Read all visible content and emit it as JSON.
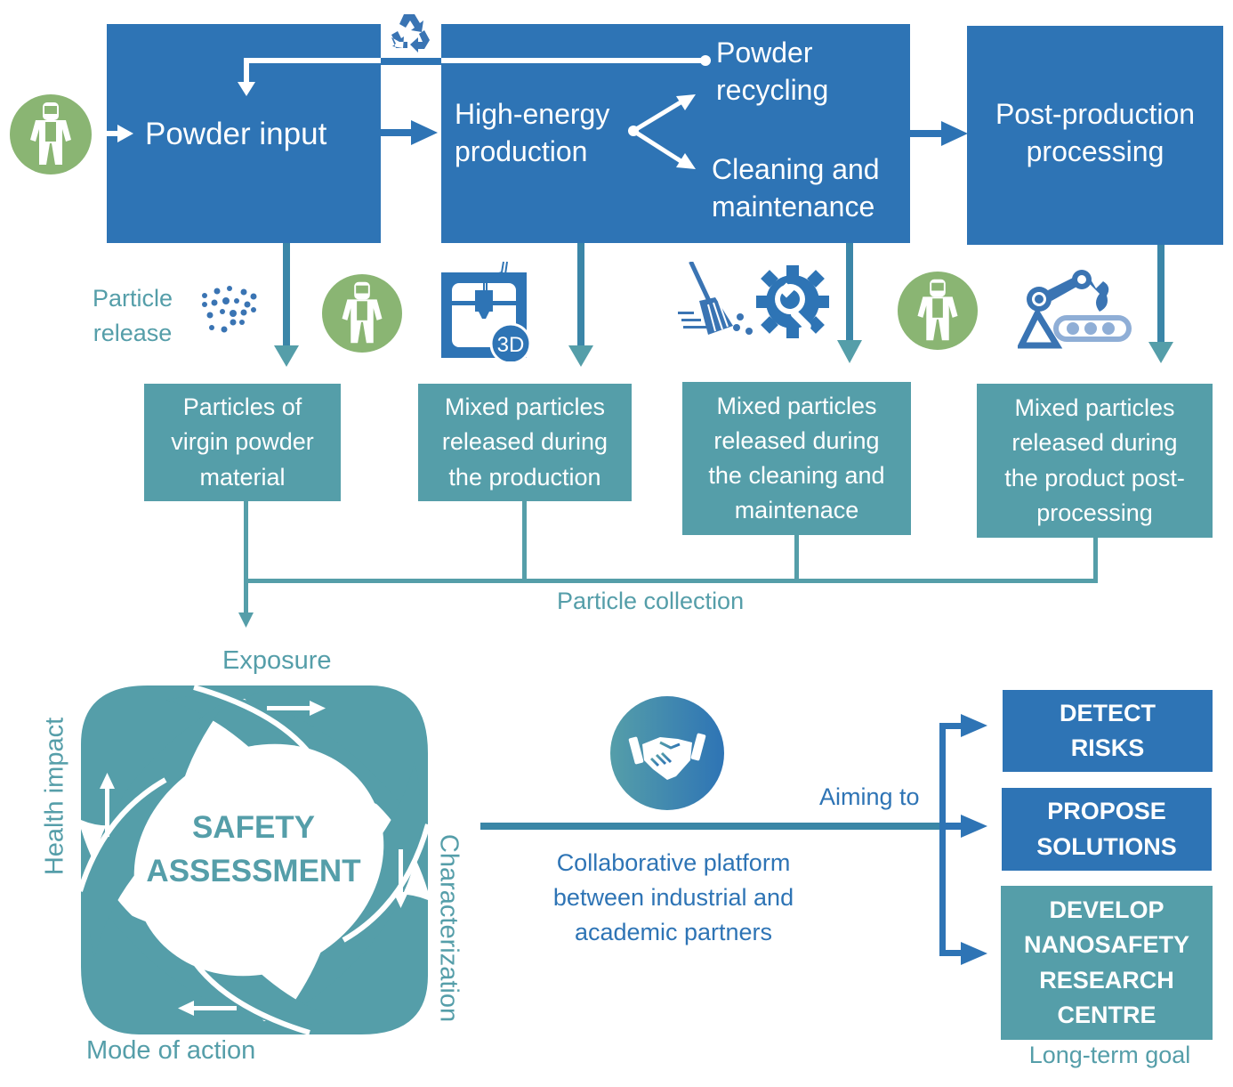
{
  "colors": {
    "process_blue": "#2e74b5",
    "particle_teal": "#559ea9",
    "ppe_green": "#8ab573",
    "icon_blue": "#3a74b3"
  },
  "process": {
    "powder_input": "Powder input",
    "high_energy": "High-energy\nproduction",
    "powder_recycling": "Powder\nrecycling",
    "cleaning": "Cleaning and\nmaintenance",
    "post_production": "Post-production\nprocessing"
  },
  "particle_release_label": "Particle\nrelease",
  "particle_boxes": [
    "Particles of\nvirgin powder\nmaterial",
    "Mixed particles\nreleased during\nthe production",
    "Mixed particles\nreleased during\nthe cleaning and\nmaintenace",
    "Mixed particles\nreleased during\nthe product post-\nprocessing"
  ],
  "particle_collection_label": "Particle collection",
  "cycle": {
    "center": "SAFETY\nASSESSMENT",
    "top": "Exposure",
    "right": "Characterization",
    "bottom": "Mode of action",
    "left": "Health impact"
  },
  "platform": {
    "aiming_label": "Aiming to",
    "description": "Collaborative platform\nbetween industrial and\nacademic partners"
  },
  "goals": [
    "DETECT\nRISKS",
    "PROPOSE\nSOLUTIONS",
    "DEVELOP\nNANOSAFETY\nRESEARCH\nCENTRE"
  ],
  "long_term_label": "Long-term goal",
  "icons": {
    "ppe": "protective-suit-icon",
    "recycle": "recycle-icon",
    "particles": "particles-icon",
    "printer": "3d-printer-icon",
    "cleaning": "broom-icon",
    "maintenance": "gear-wrench-icon",
    "robot": "robot-arm-conveyor-icon",
    "handshake": "handshake-icon",
    "printer_badge": "3D"
  }
}
